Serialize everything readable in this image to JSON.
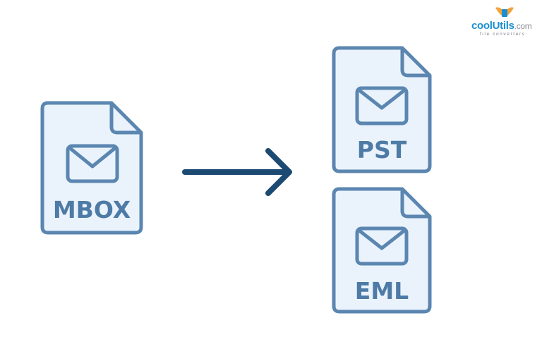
{
  "colors": {
    "file_outline": "#5b86b0",
    "file_fill": "#eaf3fc",
    "file_label": "#4e7aa6",
    "arrow": "#1d4a73",
    "logo_accent": "#1a8fd1",
    "logo_gray": "#8a8f97",
    "logo_wing": "#f2a23a"
  },
  "source_file": {
    "label": "MBOX",
    "icon": "envelope-icon"
  },
  "target_files": [
    {
      "label": "PST",
      "icon": "envelope-icon"
    },
    {
      "label": "EML",
      "icon": "envelope-icon"
    }
  ],
  "connector": {
    "icon": "arrow-right-icon"
  },
  "logo": {
    "name_part1": "cool",
    "name_part2": "Utils",
    "name_part3": ".com",
    "tagline": "file converters"
  }
}
